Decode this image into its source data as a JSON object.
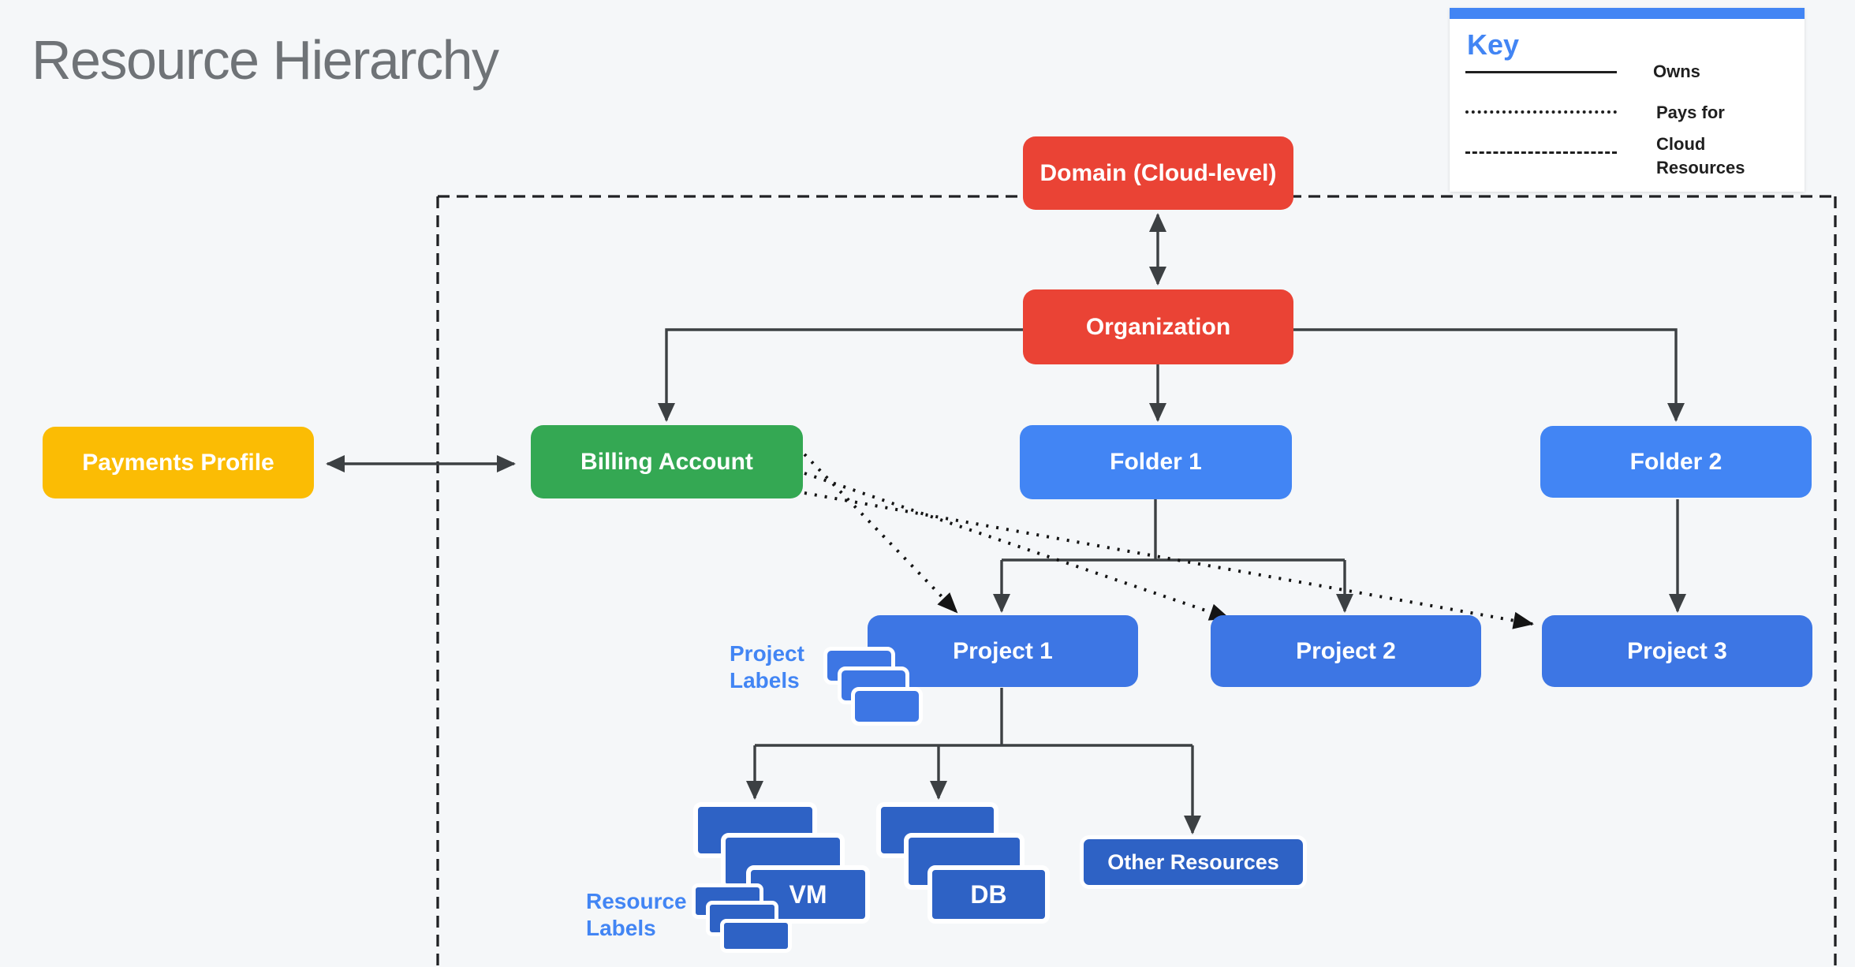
{
  "title": "Resource Hierarchy",
  "key": {
    "heading": "Key",
    "items": [
      {
        "style": "solid",
        "label": "Owns"
      },
      {
        "style": "dotted",
        "label": "Pays for"
      },
      {
        "style": "dashed",
        "label": "Cloud Resources"
      }
    ]
  },
  "nodes": {
    "domain": {
      "label": "Domain (Cloud-level)",
      "color": "#EA4335"
    },
    "organization": {
      "label": "Organization",
      "color": "#EA4335"
    },
    "payments_profile": {
      "label": "Payments Profile",
      "color": "#FBBC04"
    },
    "billing_account": {
      "label": "Billing Account",
      "color": "#34A853"
    },
    "folder1": {
      "label": "Folder 1",
      "color": "#4285F4"
    },
    "folder2": {
      "label": "Folder 2",
      "color": "#4285F4"
    },
    "project1": {
      "label": "Project 1",
      "color": "#3D76E4"
    },
    "project2": {
      "label": "Project 2",
      "color": "#3D76E4"
    },
    "project3": {
      "label": "Project 3",
      "color": "#3D76E4"
    },
    "vm": {
      "label": "VM",
      "color": "#2E62C5"
    },
    "db": {
      "label": "DB",
      "color": "#2E62C5"
    },
    "other_resources": {
      "label": "Other Resources",
      "color": "#2E62C5"
    }
  },
  "annotations": {
    "project_labels": "Project Labels",
    "resource_labels": "Resource Labels"
  },
  "colors": {
    "background": "#F5F7F9",
    "title": "#6F7377",
    "connector": "#3C4043",
    "dotted": "#141414",
    "dashed": "#202124",
    "accent_blue": "#4285F4",
    "label_card": "#3D76E4",
    "resource_card": "#2E62C5",
    "node_text": "#FFFFFF",
    "key_text": "#1F1F1F"
  }
}
